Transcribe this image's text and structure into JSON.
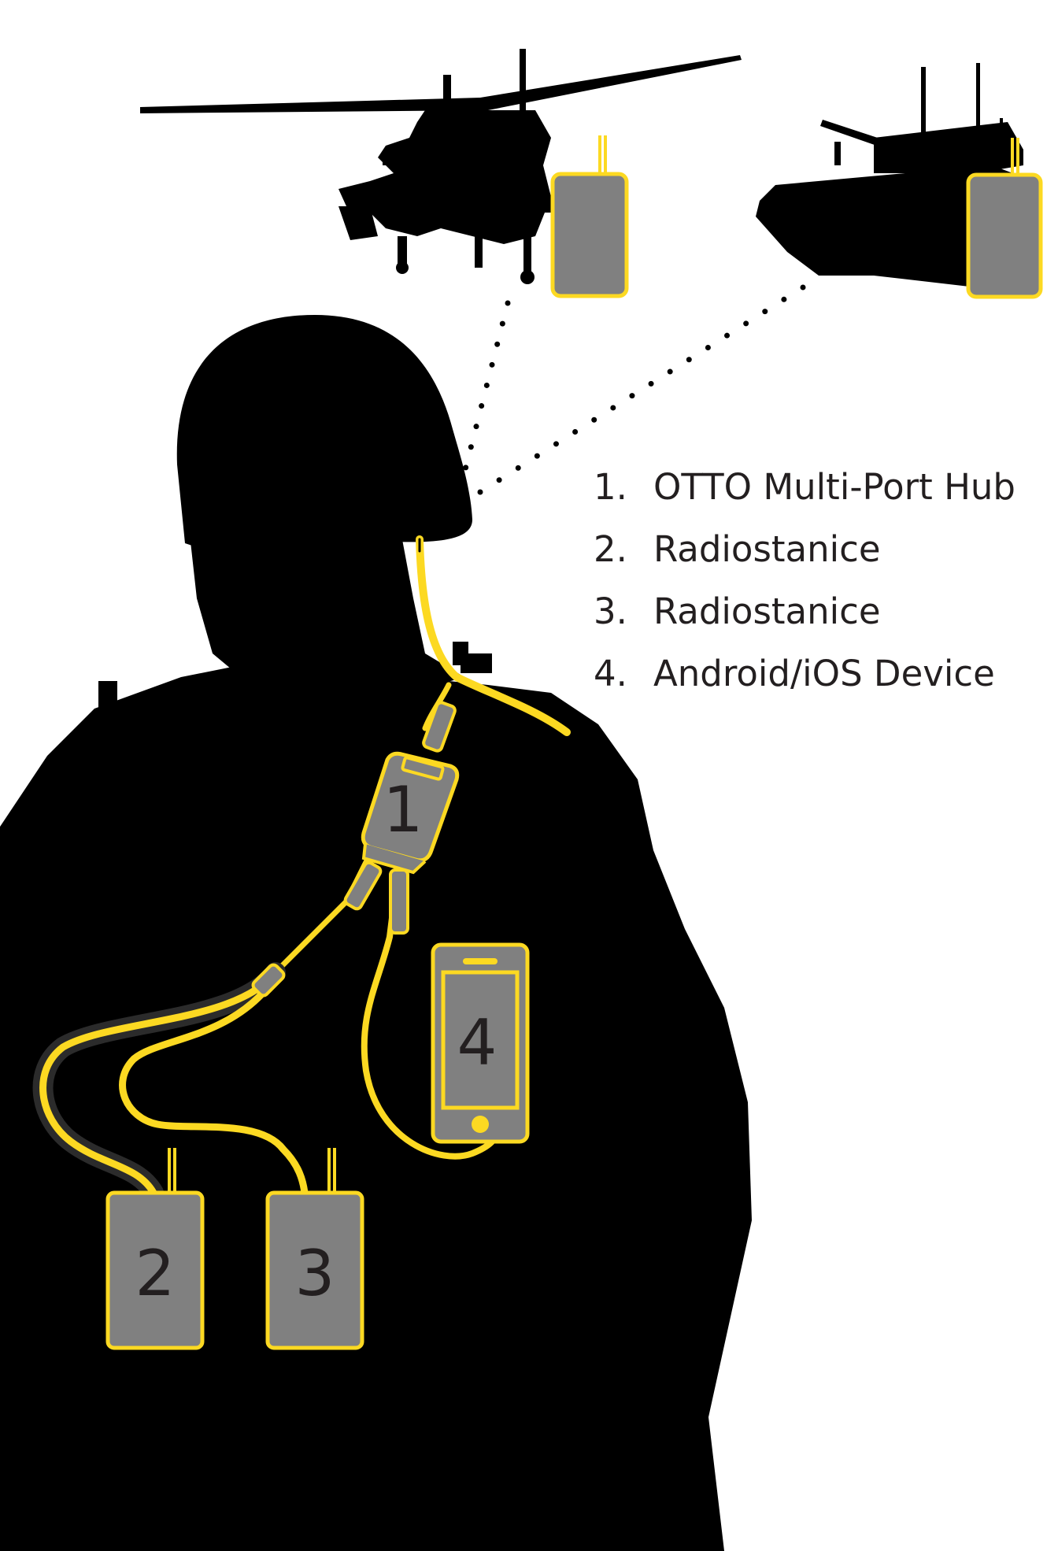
{
  "legend": {
    "items": [
      {
        "num": "1.",
        "label": "OTTO Multi-Port Hub"
      },
      {
        "num": "2.",
        "label": "Radiostanice"
      },
      {
        "num": "3.",
        "label": "Radiostanice"
      },
      {
        "num": "4.",
        "label": "Android/iOS Device"
      }
    ]
  },
  "devices": {
    "hub": "1",
    "radio_a": "2",
    "radio_b": "3",
    "phone": "4"
  },
  "colors": {
    "silhouette": "#000000",
    "accent": "#fcd922",
    "device_fill": "#808080",
    "text": "#231f20"
  }
}
